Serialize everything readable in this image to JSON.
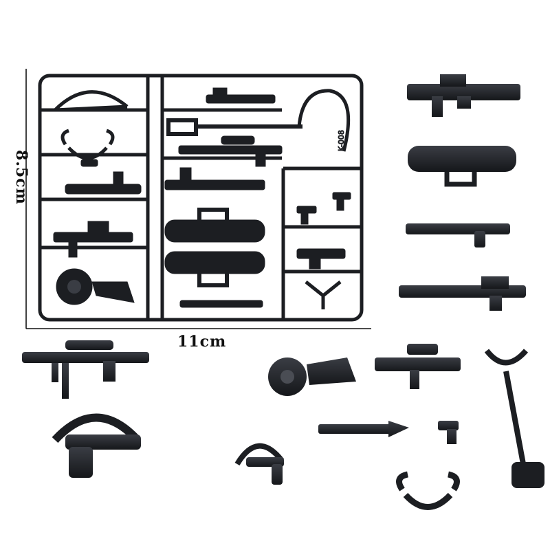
{
  "dimensions": {
    "height_label": "8.5cm",
    "width_label": "11cm"
  },
  "sprue": {
    "stamp_text": "K-008"
  },
  "colors": {
    "plastic": "#1c1e22",
    "plastic_highlight": "#3a3d44",
    "background": "#ffffff",
    "dimension_line": "#111111"
  }
}
